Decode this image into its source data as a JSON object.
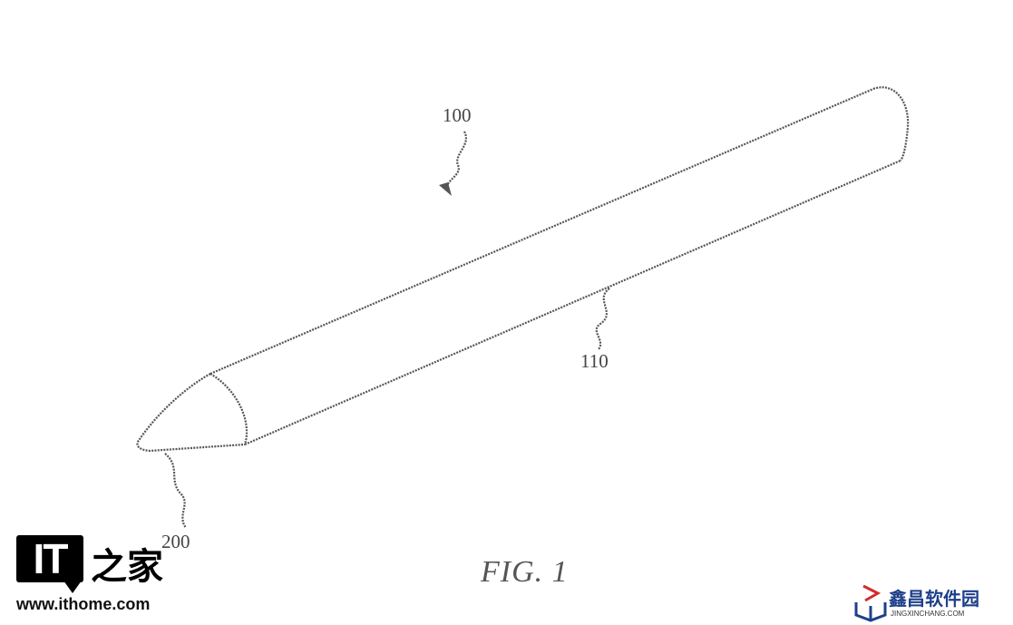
{
  "figure": {
    "title": "FIG. 1",
    "labels": {
      "device": "100",
      "body": "110",
      "tip": "200"
    }
  },
  "watermarks": {
    "ithome": {
      "logo_text": "IT之家",
      "url": "www.ithome.com"
    },
    "xinchang": {
      "name": "鑫昌软件园",
      "url": "JINGXINCHANG.COM",
      "accent": "#1e3f8a",
      "accent2": "#d42a2a"
    }
  }
}
